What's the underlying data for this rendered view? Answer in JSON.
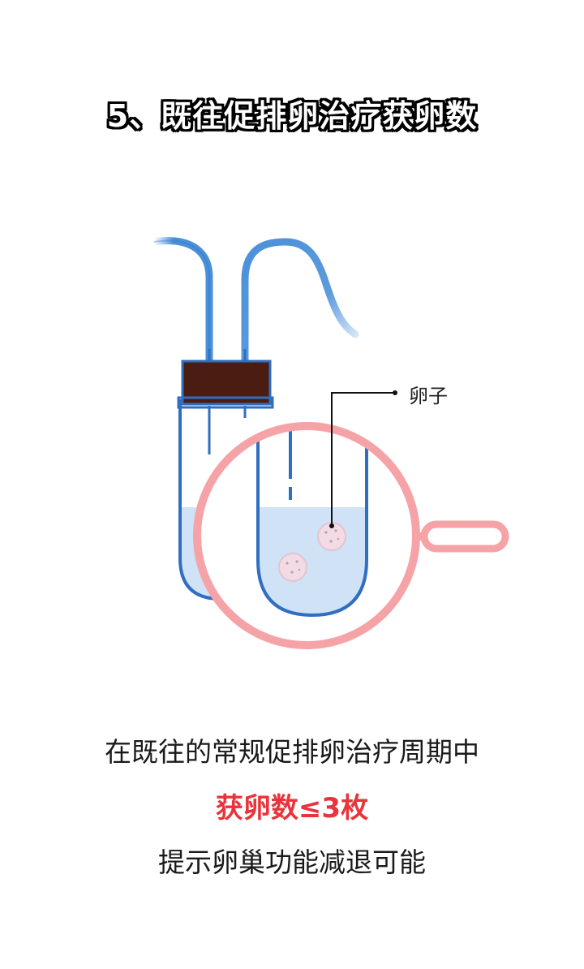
{
  "title": "5、既往促排卵治疗获卵数",
  "illustration": {
    "egg_label": "卵子",
    "colors": {
      "tube_outline": "#2f6fc2",
      "liquid": "#cfe2f6",
      "stopper": "#4a1c12",
      "magnifier": "#f5a3a6",
      "egg": "#f2dbe4"
    }
  },
  "captions": {
    "line1": "在既往的常规促排卵治疗周期中",
    "line2": "获卵数≤3枚",
    "line3": "提示卵巢功能减退可能"
  }
}
